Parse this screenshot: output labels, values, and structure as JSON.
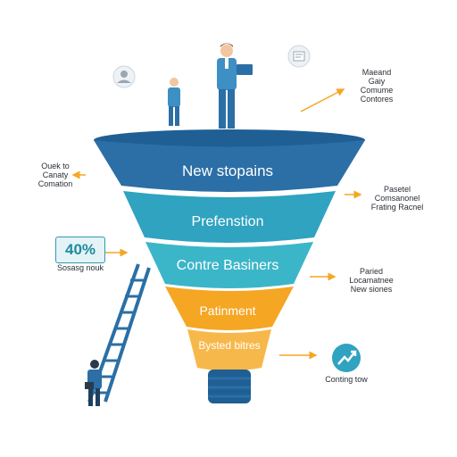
{
  "funnel": {
    "stages": [
      {
        "label": "New stopains",
        "color": "#2b6fa6"
      },
      {
        "label": "Prefenstion",
        "color": "#2fa3c0"
      },
      {
        "label": "Contre Basiners",
        "color": "#3bb6c8"
      },
      {
        "label": "Patinment",
        "color": "#f5a623"
      },
      {
        "label": "Bysted bitres",
        "color": "#f7b84b"
      }
    ],
    "base_color": "#1f5f94"
  },
  "annotations": {
    "top_right": "Maeand\nGaiy\nComume\nContores",
    "left_top": "Ouek to\nCanaty\nComation",
    "right_2": "Pasetel\nComsanonel\nFrating Racnel",
    "right_3": "Paried\nLocamatnee\nNew siones",
    "badge_value": "40%",
    "badge_caption": "Sosasg nouk",
    "bottom_right": "Conting tow"
  },
  "colors": {
    "accent_arrow": "#f5a623",
    "teal": "#2fa3c0",
    "suit": "#3d8fc4",
    "hair": "#8a5a3b"
  },
  "icons": [
    "user-avatar-icon",
    "document-icon",
    "growth-arrow-icon",
    "ladder-icon",
    "person-icon"
  ]
}
